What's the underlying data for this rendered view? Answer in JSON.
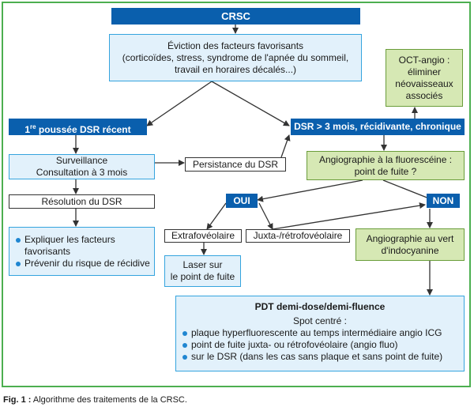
{
  "nodes": {
    "crsc": "CRSC",
    "eviction_l1": "Éviction des facteurs favorisants",
    "eviction_l2": "(corticoïdes, stress, syndrome de l'apnée du sommeil,",
    "eviction_l3": "travail en horaires décalés...)",
    "oct_l1": "OCT-angio :",
    "oct_l2": "éliminer",
    "oct_l3": "néovaisseaux",
    "oct_l4": "associés",
    "first_num": "1",
    "first_sup": "re",
    "first_rest": " poussée DSR récent",
    "chronic": "DSR > 3 mois, récidivante, chronique",
    "surv_l1": "Surveillance",
    "surv_l2": "Consultation à 3 mois",
    "persistance": "Persistance du DSR",
    "angio_fluo_l1": "Angiographie à la fluorescéine :",
    "angio_fluo_l2": "point de fuite ?",
    "resolution": "Résolution du DSR",
    "oui": "OUI",
    "non": "NON",
    "expliquer_l1": "Expliquer les facteurs",
    "expliquer_l2": "favorisants",
    "prevenir": "Prévenir du risque de récidive",
    "extrafoveolaire": "Extrafovéolaire",
    "juxta": "Juxta-/rétrofovéolaire",
    "angio_icg_l1": "Angiographie au vert",
    "angio_icg_l2": "d'indocyanine",
    "laser_l1": "Laser sur",
    "laser_l2": "le point de fuite",
    "pdt_title": "PDT demi-dose/demi-fluence",
    "spot": "Spot centré :",
    "pdt_b1": "plaque hyperfluorescente au temps intermédiaire angio ICG",
    "pdt_b2": "point de fuite juxta- ou rétrofovéolaire (angio fluo)",
    "pdt_b3": "sur le DSR (dans les cas sans plaque et sans point de fuite)"
  },
  "caption": {
    "label": "Fig. 1 :",
    "text": " Algorithme des traitements de la CRSC."
  },
  "colors": {
    "dark_blue": "#0a5fad",
    "light_blue_fill": "#e2f1fb",
    "light_blue_border": "#35a4de",
    "green_fill": "#d6e8b4",
    "frame_green": "#4caf50",
    "arrow": "#333333"
  }
}
